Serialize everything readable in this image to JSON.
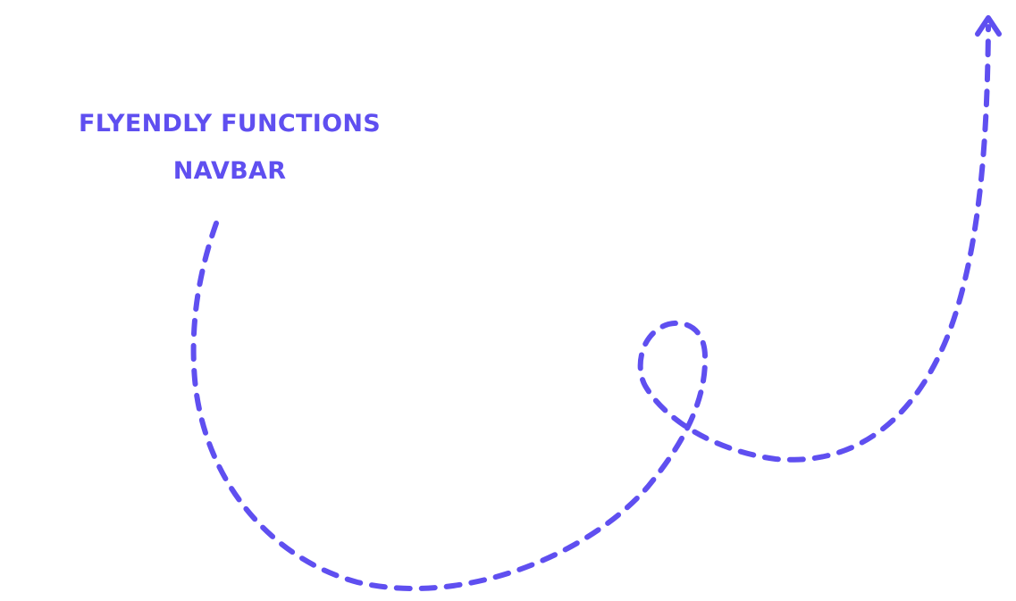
{
  "caption": {
    "line1": "FLYENDLY FUNCTIONS",
    "line2": "NAVBAR"
  },
  "colors": {
    "accent": "#5f4ff0",
    "background": "#ffffff"
  },
  "arrow": {
    "style": "dashed",
    "direction": "up",
    "icon": "curved-dashed-arrow-icon"
  }
}
